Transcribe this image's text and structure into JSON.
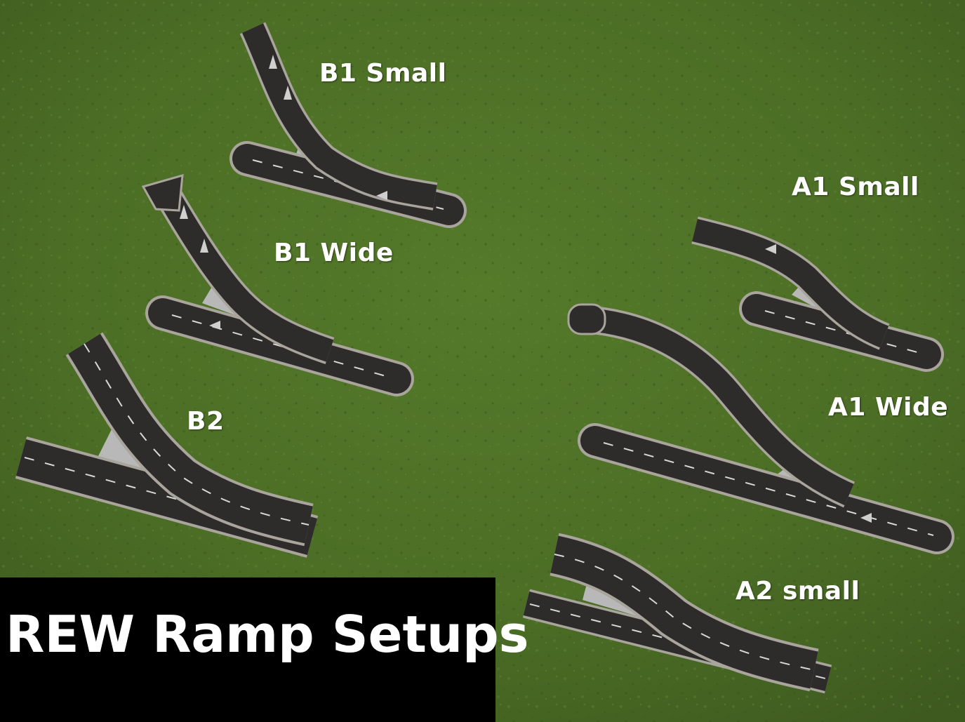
{
  "title": "REW Ramp Setups",
  "labels": {
    "b1_small": "B1 Small",
    "b1_wide": "B1 Wide",
    "b2": "B2",
    "a1_small": "A1 Small",
    "a1_wide": "A1 Wide",
    "a2_small": "A2 small"
  },
  "colors": {
    "grass": "#4a6a24",
    "asphalt": "#2d2c2b",
    "road_edge": "#a9a59c",
    "lane_marking": "#d8d8d8",
    "gore_concrete": "#b8b8b8",
    "title_background": "#000000",
    "label_text": "#ffffff"
  }
}
